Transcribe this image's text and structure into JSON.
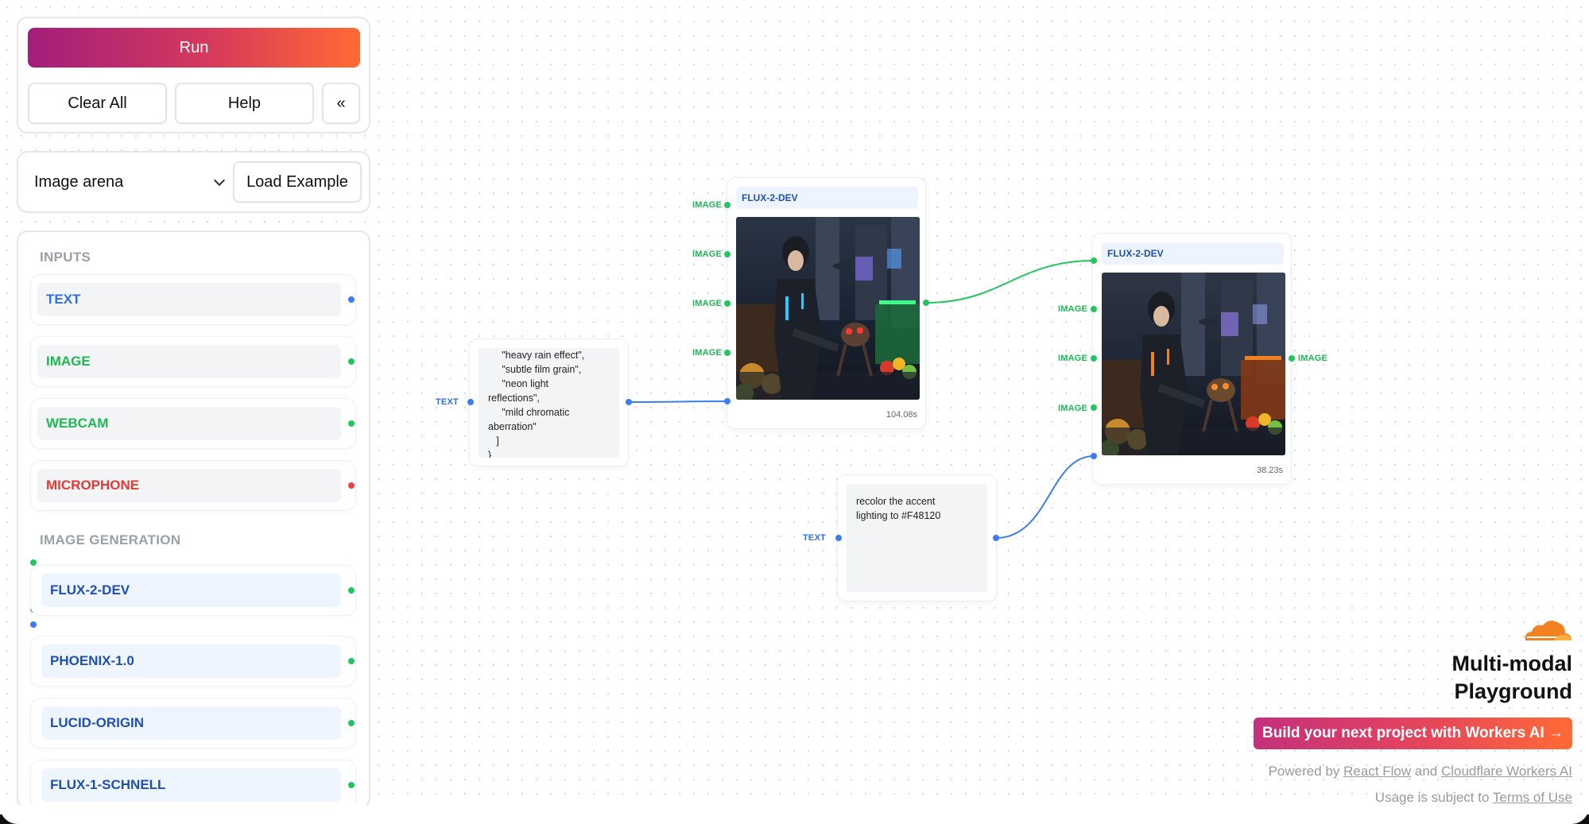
{
  "toolbar": {
    "run_label": "Run",
    "clear_label": "Clear All",
    "help_label": "Help",
    "collapse_label": "«"
  },
  "preset": {
    "selected": "Image arena",
    "load_label": "Load Example"
  },
  "sidebar": {
    "inputs_title": "INPUTS",
    "inputs": [
      {
        "label": "TEXT",
        "color": "#2f6fe0"
      },
      {
        "label": "IMAGE",
        "color": "#1db954"
      },
      {
        "label": "WEBCAM",
        "color": "#1db954"
      },
      {
        "label": "MICROPHONE",
        "color": "#e53935"
      }
    ],
    "image_gen_title": "IMAGE GENERATION",
    "models": [
      {
        "label": "FLUX-2-DEV"
      },
      {
        "label": "PHOENIX-1.0"
      },
      {
        "label": "LUCID-ORIGIN"
      },
      {
        "label": "FLUX-1-SCHNELL"
      }
    ]
  },
  "canvas": {
    "text_node_1": {
      "port_label": "TEXT",
      "content": "     \"heavy rain effect\",\n     \"subtle film grain\",\n     \"neon light\nreflections\",\n     \"mild chromatic\naberration\"\n   ]\n}"
    },
    "flux_node_1": {
      "title": "FLUX-2-DEV",
      "input_ports": [
        "IMAGE",
        "IMAGE",
        "IMAGE",
        "IMAGE"
      ],
      "time": "104.08s"
    },
    "flux_node_2": {
      "title": "FLUX-2-DEV",
      "input_ports": [
        "IMAGE",
        "IMAGE",
        "IMAGE"
      ],
      "output_port": "IMAGE",
      "time": "38.23s"
    },
    "text_node_2": {
      "port_label": "TEXT",
      "content": "recolor the accent\nlighting to #F48120"
    }
  },
  "branding": {
    "title_line1": "Multi-modal",
    "title_line2": "Playground",
    "cta_label": "Build your next project with Workers AI →",
    "powered_prefix": "Powered by",
    "powered_link1": "React Flow",
    "powered_and": "and",
    "powered_link2": "Cloudflare Workers AI",
    "usage_prefix": "Usage is subject to",
    "usage_link": "Terms of Use"
  },
  "colors": {
    "accent_gradient_start": "#a21e7b",
    "accent_gradient_end": "#ff6a33",
    "port_blue": "#3b7df0",
    "port_green": "#22c55e",
    "port_red": "#ef4444",
    "cloudflare_orange": "#f48120"
  }
}
